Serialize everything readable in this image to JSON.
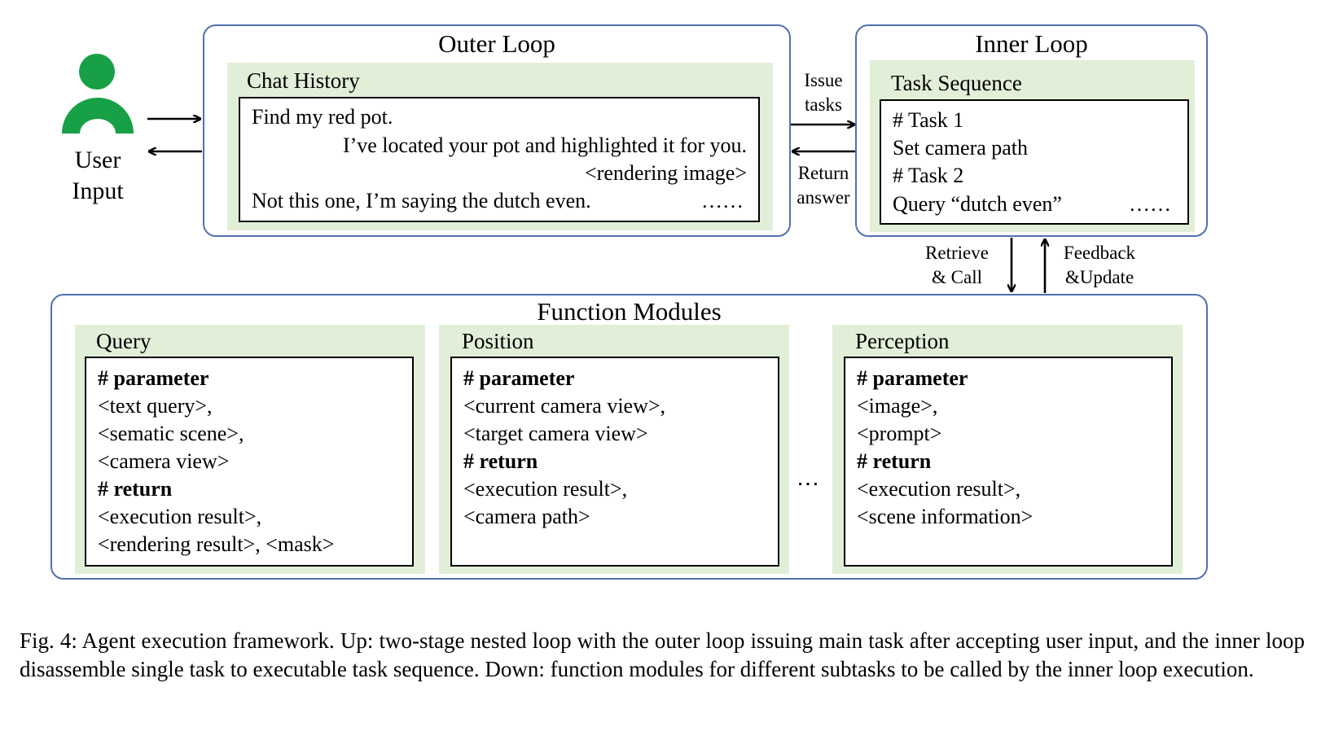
{
  "user": {
    "label_line1": "User",
    "label_line2": "Input"
  },
  "outer_loop": {
    "title": "Outer Loop",
    "panel_title": "Chat History",
    "lines": [
      "Find my red pot.",
      "I’ve located your pot and highlighted it for you.",
      "<rendering image>",
      "Not this one, I’m saying the dutch even.",
      "……"
    ]
  },
  "inner_loop": {
    "title": "Inner Loop",
    "panel_title": "Task Sequence",
    "lines": [
      "# Task 1",
      "Set camera path",
      "# Task 2",
      "Query “dutch even”",
      "……"
    ]
  },
  "arrow_labels": {
    "issue_1": "Issue",
    "issue_2": "tasks",
    "return_1": "Return",
    "return_2": "answer",
    "retrieve_1": "Retrieve",
    "retrieve_2": "& Call",
    "feedback_1": "Feedback",
    "feedback_2": "&Update"
  },
  "function_modules": {
    "title": "Function Modules",
    "ellipsis": "…",
    "modules": [
      {
        "name": "Query",
        "param_header": "# parameter",
        "params": [
          "<text query>,",
          "<sematic scene>,",
          "<camera view>"
        ],
        "return_header": "# return",
        "returns": [
          "<execution result>,",
          "<rendering result>, <mask>"
        ]
      },
      {
        "name": "Position",
        "param_header": "# parameter",
        "params": [
          "<current camera view>,",
          "<target camera view>"
        ],
        "return_header": "# return",
        "returns": [
          "<execution result>,",
          "<camera path>"
        ]
      },
      {
        "name": "Perception",
        "param_header": "# parameter",
        "params": [
          "<image>,",
          "<prompt>"
        ],
        "return_header": "# return",
        "returns": [
          "<execution result>,",
          "<scene information>"
        ]
      }
    ]
  },
  "caption": "Fig. 4: Agent execution framework. Up: two-stage nested loop with the outer loop issuing main task after accepting user input, and the inner loop disassemble single task to executable task sequence. Down: function modules for different subtasks to be called by the inner loop execution.",
  "colors": {
    "frame_border": "#4f71b0",
    "panel_fill": "#e2efd8",
    "user_icon": "#16a34a"
  }
}
